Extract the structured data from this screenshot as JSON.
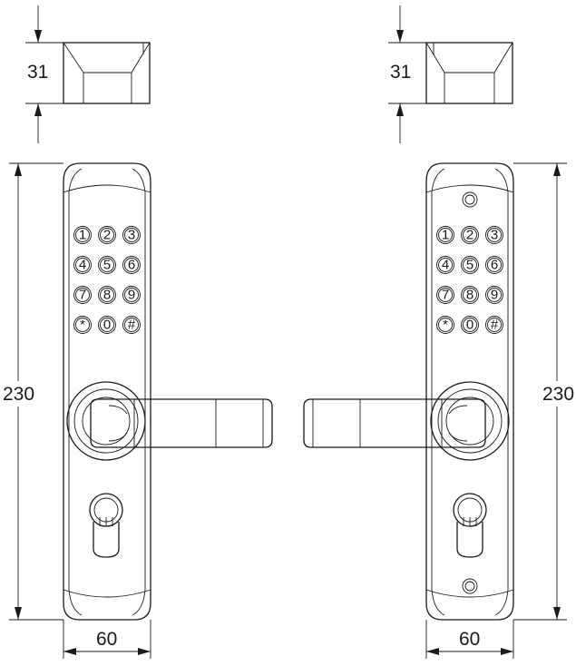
{
  "dimensions": {
    "top_view_depth": "31",
    "plate_height": "230",
    "plate_width": "60"
  },
  "keypad": {
    "keys": [
      "1",
      "2",
      "3",
      "4",
      "5",
      "6",
      "7",
      "8",
      "9",
      "*",
      "0",
      "#"
    ]
  },
  "colors": {
    "line": "#1a1a1a",
    "background": "#ffffff"
  }
}
